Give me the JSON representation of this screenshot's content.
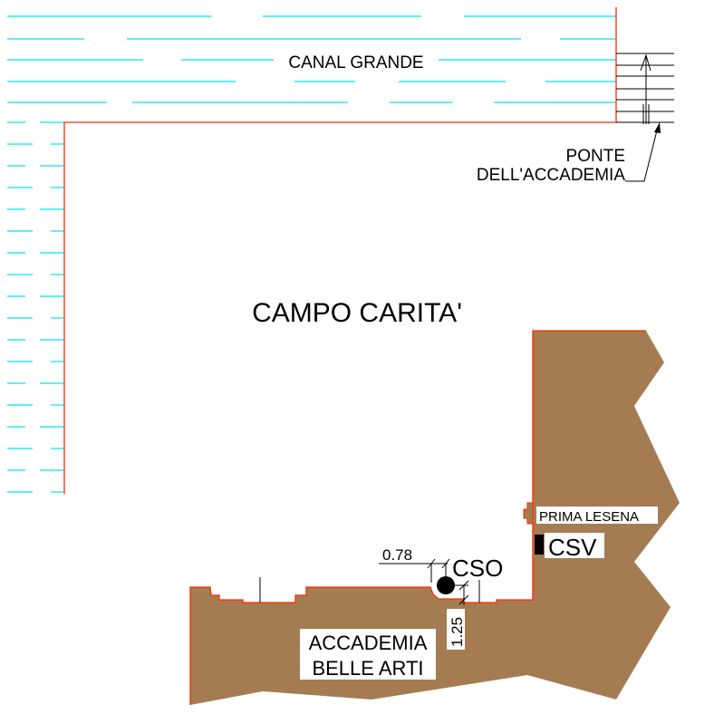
{
  "labels": {
    "canal": "CANAL GRANDE",
    "bridge_line1": "PONTE",
    "bridge_line2": "DELL'ACCADEMIA",
    "campo": "CAMPO CARITA'",
    "prima_lesena": "PRIMA LESENA",
    "csv": "CSV",
    "cso": "CSO",
    "dim_horizontal": "0.78",
    "dim_vertical": "1.25",
    "building_line1": "ACCADEMIA",
    "building_line2": "BELLE ARTI"
  },
  "colors": {
    "water": "#00e5f0",
    "edge": "#ff2a00",
    "building": "#a57c52"
  }
}
